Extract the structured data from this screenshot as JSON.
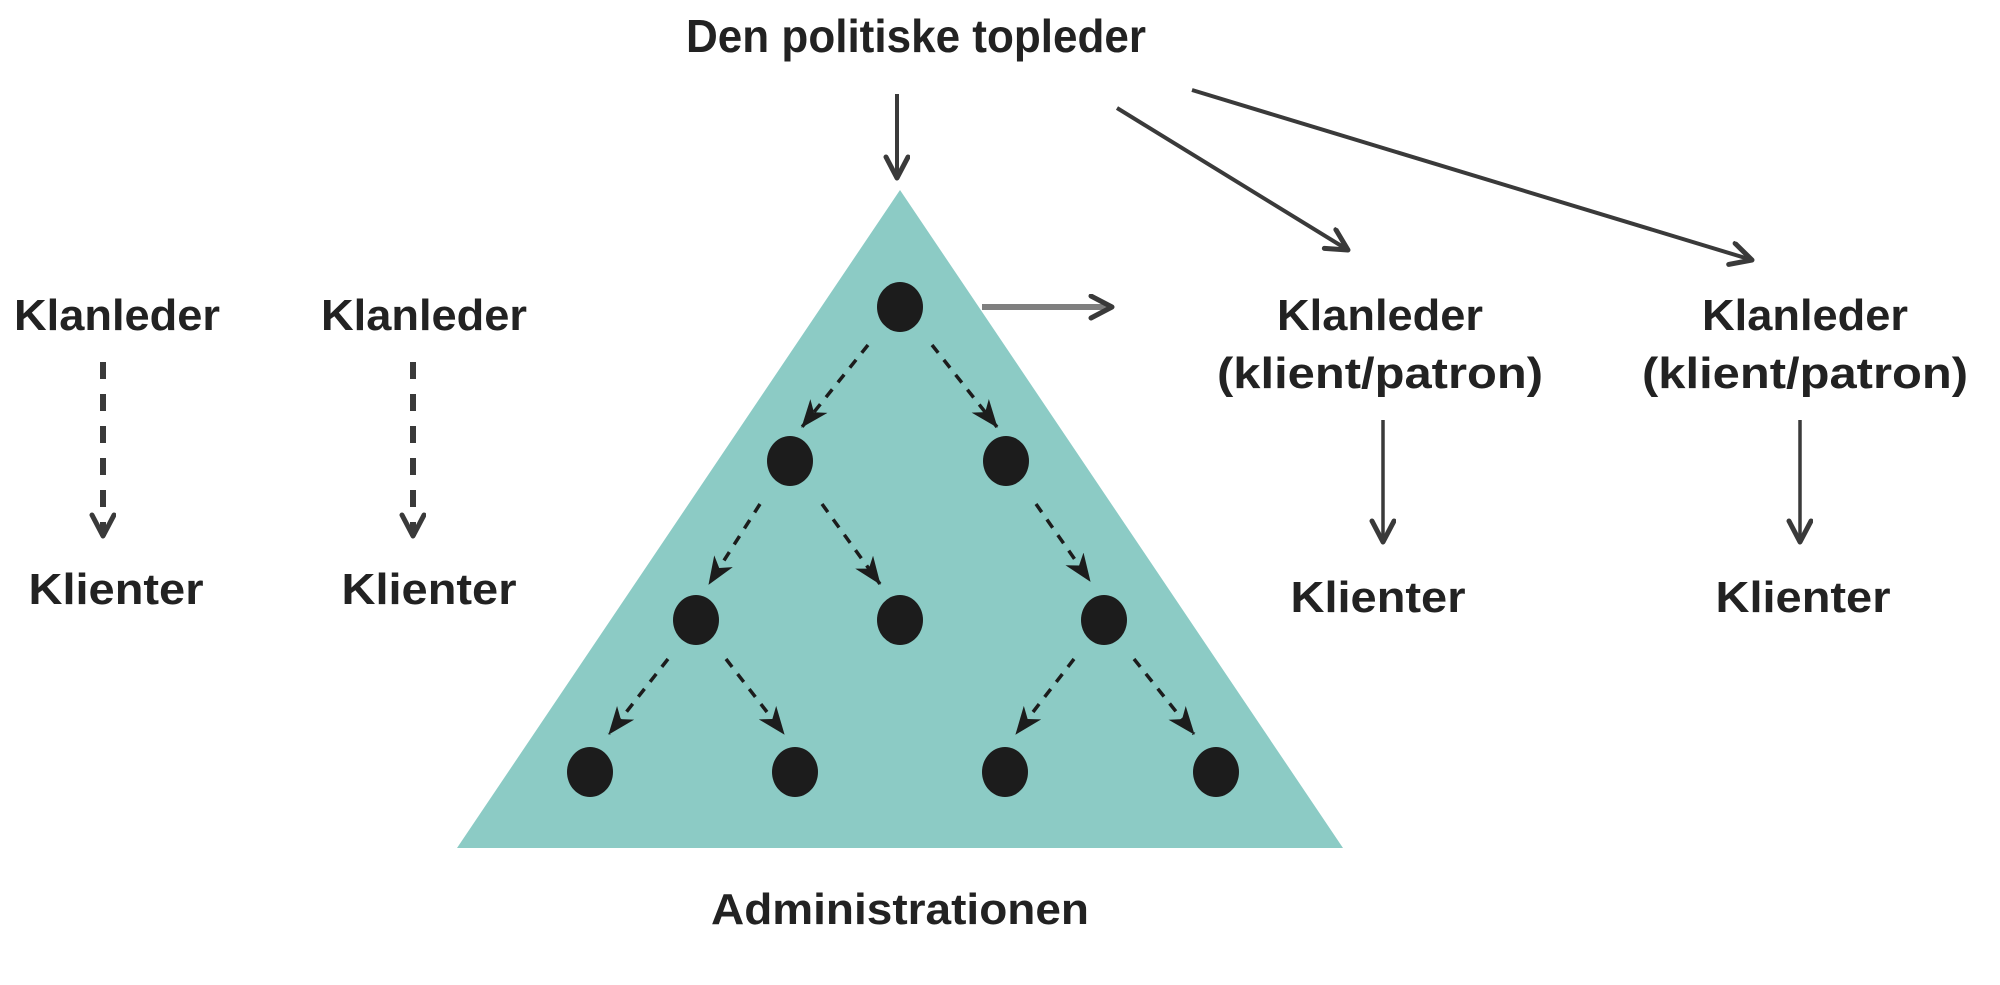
{
  "figure": {
    "title": "Den politiske topleder",
    "pyramid": {
      "label": "Administrationen",
      "dot_rows": [
        1,
        2,
        3,
        4
      ]
    },
    "left_columns": [
      {
        "leader": "Klanleder",
        "arrow_style": "dashed",
        "follower": "Klienter"
      },
      {
        "leader": "Klanleder",
        "arrow_style": "dashed",
        "follower": "Klienter"
      }
    ],
    "right_columns": [
      {
        "leader": "Klanleder",
        "qualifier": "(klient/patron)",
        "arrow_style": "solid",
        "follower": "Klienter"
      },
      {
        "leader": "Klanleder",
        "qualifier": "(klient/patron)",
        "arrow_style": "solid",
        "follower": "Klienter"
      }
    ],
    "colors": {
      "background": "#ffffff",
      "triangle": "#8ccbc5",
      "text": "#222222",
      "arrow": "#3a3a3a",
      "arrow_gray": "#7f7f7f",
      "dot": "#1c1c1c"
    }
  }
}
